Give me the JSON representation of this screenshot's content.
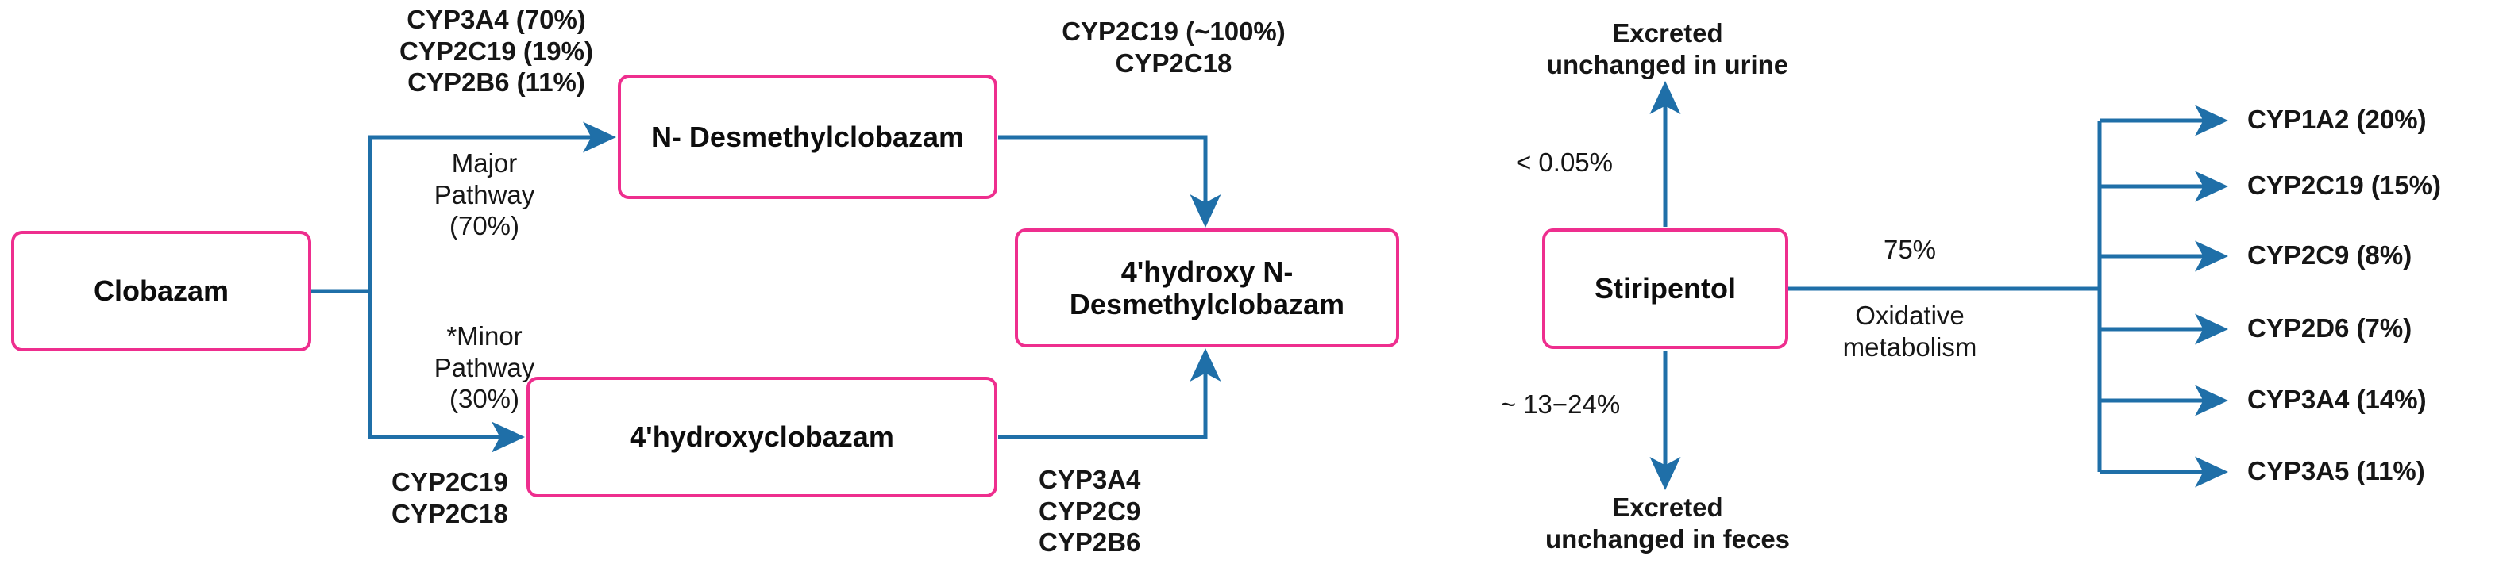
{
  "diagram": {
    "title_colors": {
      "node_border": "#ee2e8e",
      "edge": "#1f6fa8",
      "text": "#161616"
    },
    "nodes": {
      "clobazam": "Clobazam",
      "n_desmethylclobazam": "N-\nDesmethylclobazam",
      "hydroxyclobazam": "4'hydroxyclobazam",
      "hydroxy_n_desmethylclobazam": "4'hydroxy N-\nDesmethylclobazam",
      "stiripentol": "Stiripentol"
    },
    "labels": {
      "cyp_major_top": "CYP3A4 (70%)\nCYP2C19 (19%)\nCYP2B6 (11%)",
      "major_pathway": "Major\nPathway\n(70%)",
      "minor_pathway": "*Minor\nPathway\n(30%)",
      "cyp_minor_bottom": "CYP2C19\nCYP2C18",
      "cyp_ndmc_to_hydroxy": "CYP2C19 (~100%)\nCYP2C18",
      "cyp_hc_to_hydroxy": "CYP3A4\nCYP2C9\nCYP2B6",
      "excreted_urine": "Excreted\nunchanged in urine",
      "urine_pct": "< 0.05%",
      "excreted_feces": "Excreted\nunchanged in feces",
      "feces_pct": "~ 13−24%",
      "oxidative_pct": "75%",
      "oxidative_metabolism": "Oxidative\nmetabolism"
    },
    "stiripentol_cyp_branches": [
      {
        "label": "CYP1A2 (20%)"
      },
      {
        "label": "CYP2C19 (15%)"
      },
      {
        "label": "CYP2C9 (8%)"
      },
      {
        "label": "CYP2D6 (7%)"
      },
      {
        "label": "CYP3A4 (14%)"
      },
      {
        "label": "CYP3A5 (11%)"
      }
    ]
  }
}
